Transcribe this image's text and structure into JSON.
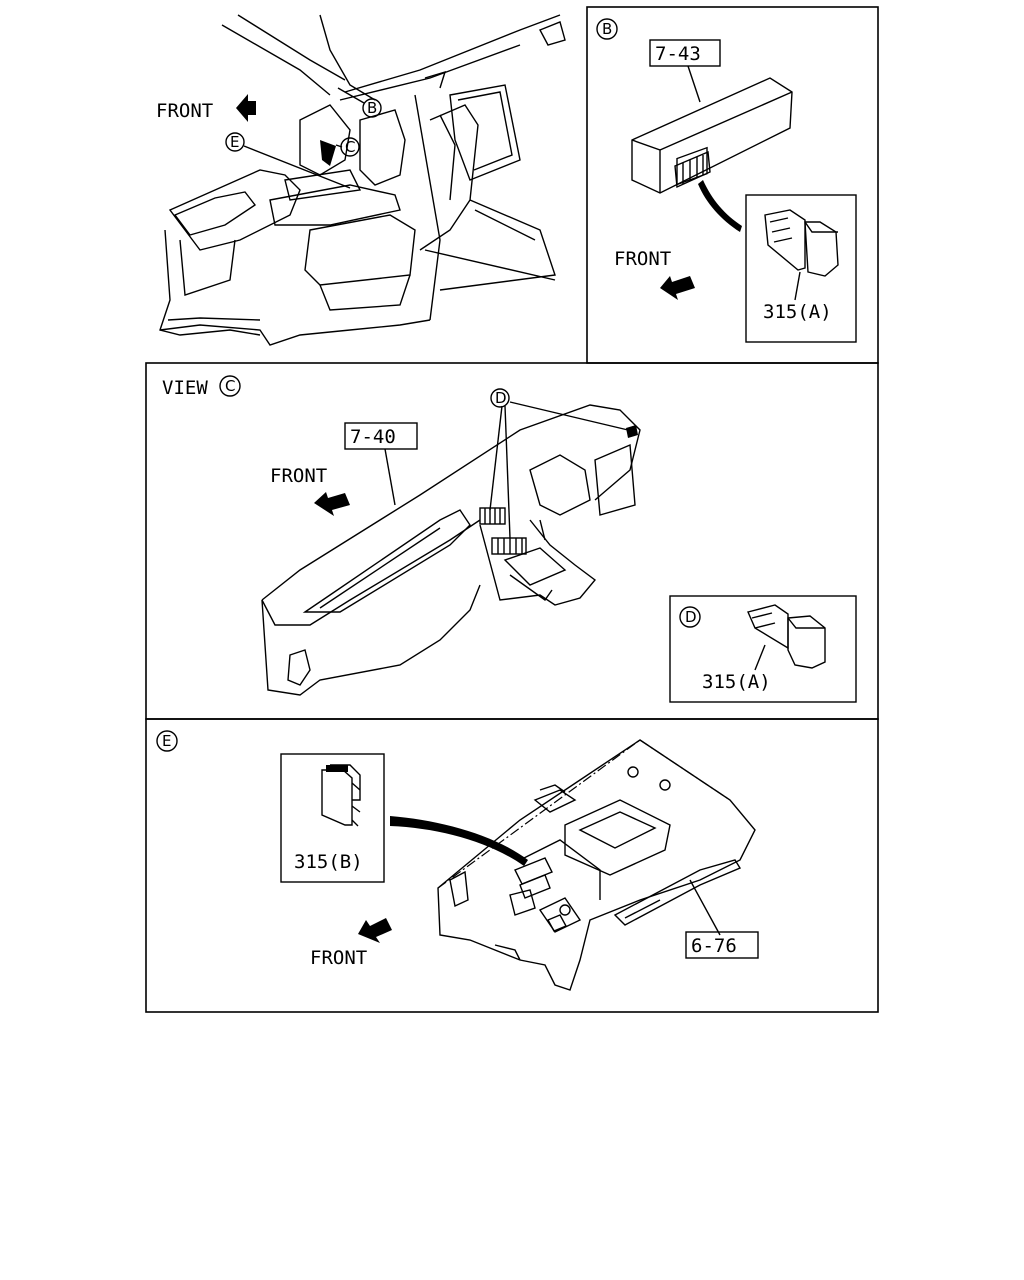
{
  "top_left": {
    "front_label": "FRONT",
    "callout_b": "B",
    "callout_c": "C",
    "callout_e": "E"
  },
  "panel_b": {
    "badge": "B",
    "part_ref": "7-43",
    "front_label": "FRONT",
    "part_number": "315(A)"
  },
  "panel_c": {
    "view_label": "VIEW",
    "view_badge": "C",
    "part_ref": "7-40",
    "front_label": "FRONT",
    "callout_d": "D",
    "inset_badge": "D",
    "inset_part_number": "315(A)"
  },
  "panel_e": {
    "badge": "E",
    "inset_part_number": "315(B)",
    "front_label": "FRONT",
    "part_ref": "6-76"
  }
}
